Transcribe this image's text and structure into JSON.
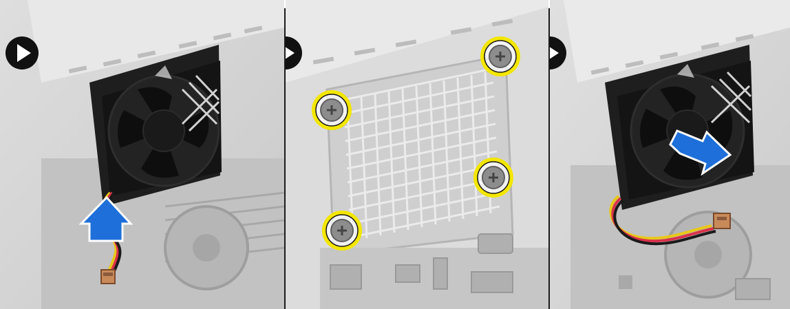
{
  "figure": {
    "panels": [
      {
        "step_icon": "play-circle-icon",
        "illustration": "fan-cable-disconnect",
        "callout": "up-arrow-icon"
      },
      {
        "step_icon": "play-circle-icon",
        "illustration": "chassis-screws",
        "callout": "screw-highlight-rings",
        "highlighted_screws": 4
      },
      {
        "step_icon": "play-circle-icon",
        "illustration": "fan-removal",
        "callout": "diagonal-arrow-icon"
      }
    ],
    "colors": {
      "arrow_blue": "#1e6fd9",
      "highlight_yellow": "#f3e600",
      "step_icon": "#111111",
      "chassis_gray": "#d6d6d6",
      "fan_black": "#141414",
      "wire_yellow": "#e8c81a",
      "wire_red": "#d8324a",
      "wire_black": "#1a1a1a",
      "connector_orange": "#c98a5a"
    }
  }
}
